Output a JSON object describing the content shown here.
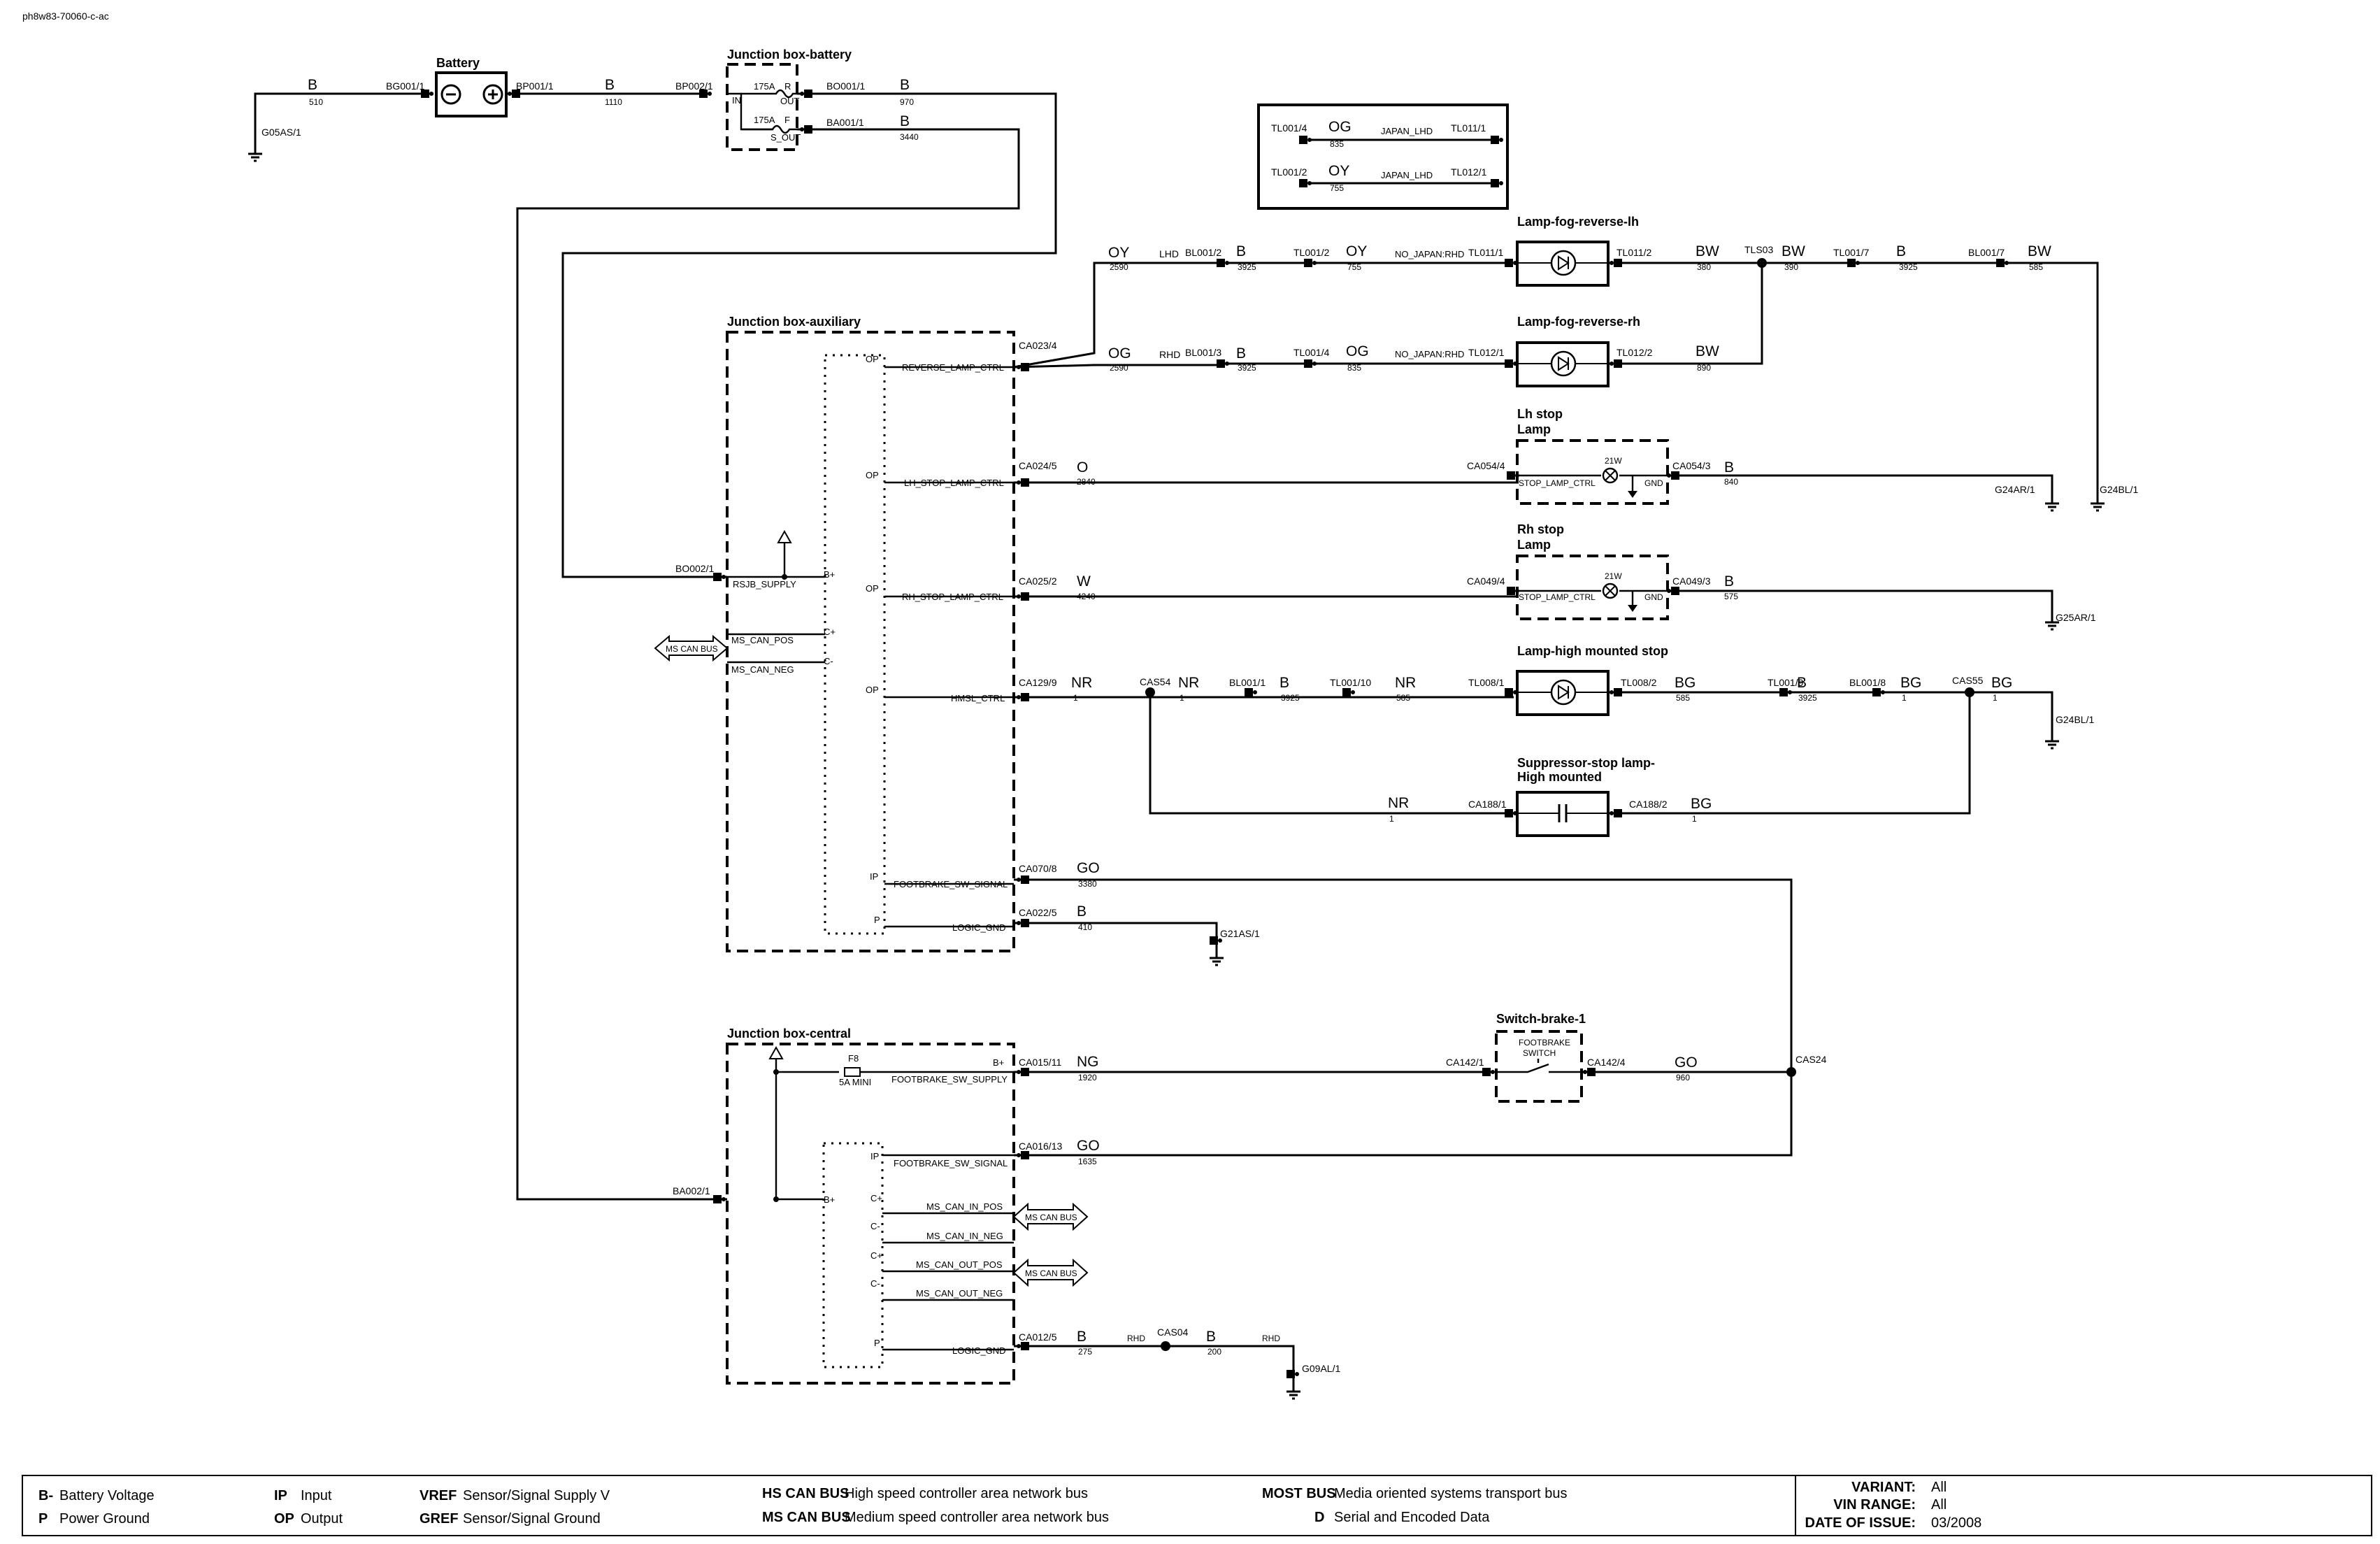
{
  "doc_id": "ph8w83-70060-c-ac",
  "components": {
    "battery": "Battery",
    "jb_battery": "Junction box-battery",
    "jb_aux": "Junction box-auxiliary",
    "jb_central": "Junction box-central",
    "fog_lh": "Lamp-fog-reverse-lh",
    "fog_rh": "Lamp-fog-reverse-rh",
    "lh_stop_1": "Lh stop",
    "lh_stop_2": "Lamp",
    "rh_stop_1": "Rh stop",
    "rh_stop_2": "Lamp",
    "hmsl": "Lamp-high mounted stop",
    "suppressor_1": "Suppressor-stop lamp-",
    "suppressor_2": "High mounted",
    "switch_brake": "Switch-brake-1"
  },
  "connectors": {
    "BG001_1": "BG001/1",
    "BP001_1": "BP001/1",
    "BP002_1": "BP002/1",
    "BO001_1": "BO001/1",
    "BA001_1": "BA001/1",
    "BO002_1": "BO002/1",
    "BA002_1": "BA002/1",
    "CA023_4": "CA023/4",
    "CA024_5": "CA024/5",
    "CA025_2": "CA025/2",
    "CA129_9": "CA129/9",
    "CA070_8": "CA070/8",
    "CA022_5": "CA022/5",
    "CA015_11": "CA015/11",
    "CA016_13": "CA016/13",
    "CA012_5": "CA012/5",
    "BL001_2": "BL001/2",
    "TL001_2": "TL001/2",
    "TL011_1": "TL011/1",
    "TL011_2": "TL011/2",
    "TLS03": "TLS03",
    "TL001_7": "TL001/7",
    "BL001_7": "BL001/7",
    "BL001_3": "BL001/3",
    "TL001_4": "TL001/4",
    "TL012_1": "TL012/1",
    "TL012_2": "TL012/2",
    "CA054_4": "CA054/4",
    "CA054_3": "CA054/3",
    "CA049_4": "CA049/4",
    "CA049_3": "CA049/3",
    "CAS54": "CAS54",
    "BL001_1": "BL001/1",
    "TL001_10": "TL001/10",
    "TL008_1": "TL008/1",
    "TL008_2": "TL008/2",
    "TL001_9": "TL001/9",
    "BL001_8": "BL001/8",
    "CAS55": "CAS55",
    "CA188_1": "CA188/1",
    "CA188_2": "CA188/2",
    "CA142_1": "CA142/1",
    "CA142_4": "CA142/4",
    "CAS24": "CAS24",
    "CAS04": "CAS04"
  },
  "grounds": {
    "G05AS_1": "G05AS/1",
    "G24AR_1": "G24AR/1",
    "G24BL_1": "G24BL/1",
    "G25AR_1": "G25AR/1",
    "G21AS_1": "G21AS/1",
    "G09AL_1": "G09AL/1"
  },
  "wires": {
    "w1": {
      "color": "B",
      "num": "510"
    },
    "w2": {
      "color": "B",
      "num": "1110"
    },
    "w3": {
      "color": "B",
      "num": "970"
    },
    "w4": {
      "color": "B",
      "num": "3440"
    },
    "w5": {
      "color": "OY",
      "num": "2590"
    },
    "w6": {
      "color": "B",
      "num": "3925"
    },
    "w7": {
      "color": "OY",
      "num": "755"
    },
    "w8": {
      "color": "BW",
      "num": "380"
    },
    "w9": {
      "color": "BW",
      "num": "390"
    },
    "w10": {
      "color": "B",
      "num": "3925"
    },
    "w11": {
      "color": "BW",
      "num": "585"
    },
    "w12": {
      "color": "OG",
      "num": "2590"
    },
    "w13": {
      "color": "B",
      "num": "3925"
    },
    "w14": {
      "color": "OG",
      "num": "835"
    },
    "w15": {
      "color": "BW",
      "num": "890"
    },
    "w16": {
      "color": "O",
      "num": "2840"
    },
    "w17": {
      "color": "B",
      "num": "840"
    },
    "w18": {
      "color": "W",
      "num": "4240"
    },
    "w19": {
      "color": "B",
      "num": "575"
    },
    "w20": {
      "color": "NR",
      "num": "1"
    },
    "w21": {
      "color": "NR",
      "num": "1"
    },
    "w22": {
      "color": "B",
      "num": "3925"
    },
    "w23": {
      "color": "NR",
      "num": "585"
    },
    "w24": {
      "color": "BG",
      "num": "585"
    },
    "w25": {
      "color": "B",
      "num": "3925"
    },
    "w26": {
      "color": "BG",
      "num": "1"
    },
    "w27": {
      "color": "BG",
      "num": "1"
    },
    "w28": {
      "color": "NR",
      "num": "1"
    },
    "w29": {
      "color": "BG",
      "num": "1"
    },
    "w30": {
      "color": "GO",
      "num": "3380"
    },
    "w31": {
      "color": "B",
      "num": "410"
    },
    "w32": {
      "color": "NG",
      "num": "1920"
    },
    "w33": {
      "color": "GO",
      "num": "960"
    },
    "w34": {
      "color": "GO",
      "num": "1635"
    },
    "w35": {
      "color": "B",
      "num": "275"
    },
    "w36": {
      "color": "B",
      "num": "200"
    }
  },
  "variant_box": {
    "row1": {
      "left_conn": "TL001/4",
      "color": "OG",
      "num": "835",
      "label": "JAPAN_LHD",
      "right_conn": "TL011/1"
    },
    "row2": {
      "left_conn": "TL001/2",
      "color": "OY",
      "num": "755",
      "label": "JAPAN_LHD",
      "right_conn": "TL012/1"
    }
  },
  "labels": {
    "lhd": "LHD",
    "rhd": "RHD",
    "rhd2": "RHD",
    "rhd3": "RHD",
    "no_japan_rhd_1": "NO_JAPAN:RHD",
    "no_japan_rhd_2": "NO_JAPAN:RHD",
    "fuse_r": "R",
    "fuse_f": "F",
    "fuse_175a_1": "175A",
    "fuse_175a_2": "175A",
    "jb_in": "IN",
    "jb_out": "OUT",
    "jb_s_out": "S_OUT",
    "watt_1": "21W",
    "watt_2": "21W",
    "stop_lamp_ctrl_1": "STOP_LAMP_CTRL",
    "stop_lamp_ctrl_2": "STOP_LAMP_CTRL",
    "gnd_1": "GND",
    "gnd_2": "GND",
    "fuse_f8": "F8",
    "fuse_5a": "5A MINI",
    "footbrake_switch_1": "FOOTBRAKE",
    "footbrake_switch_2": "SWITCH",
    "ms_can_bus_1": "MS CAN BUS",
    "ms_can_bus_2": "MS CAN BUS",
    "ms_can_bus_3": "MS CAN BUS"
  },
  "pins": {
    "aux_op1": "OP",
    "aux_op2": "OP",
    "aux_op3": "OP",
    "aux_op4": "OP",
    "aux_bplus": "B+",
    "aux_cplus": "C+",
    "aux_cminus": "C-",
    "aux_ip": "IP",
    "aux_p": "P",
    "cen_bplus_top": "B+",
    "cen_ip": "IP",
    "cen_bplus": "B+",
    "cen_cplus1": "C+",
    "cen_cminus1": "C-",
    "cen_cplus2": "C+",
    "cen_cminus2": "C-",
    "cen_p": "P"
  },
  "signals": {
    "reverse_lamp_ctrl": "REVERSE_LAMP_CTRL",
    "lh_stop_lamp_ctrl": "LH_STOP_LAMP_CTRL",
    "rh_stop_lamp_ctrl": "RH_STOP_LAMP_CTRL",
    "rsjb_supply": "RSJB_SUPPLY",
    "ms_can_pos": "MS_CAN_POS",
    "ms_can_neg": "MS_CAN_NEG",
    "hmsl_ctrl": "HMSL_CTRL",
    "footbrake_sw_signal_1": "FOOTBRAKE_SW_SIGNAL",
    "logic_gnd_1": "LOGIC_GND",
    "footbrake_sw_supply": "FOOTBRAKE_SW_SUPPLY",
    "footbrake_sw_signal_2": "FOOTBRAKE_SW_SIGNAL",
    "ms_can_in_pos": "MS_CAN_IN_POS",
    "ms_can_in_neg": "MS_CAN_IN_NEG",
    "ms_can_out_pos": "MS_CAN_OUT_POS",
    "ms_can_out_neg": "MS_CAN_OUT_NEG",
    "logic_gnd_2": "LOGIC_GND"
  },
  "legend": {
    "b_minus_key": "B-",
    "b_minus_val": "Battery Voltage",
    "p_key": "P",
    "p_val": "Power Ground",
    "ip_key": "IP",
    "ip_val": "Input",
    "op_key": "OP",
    "op_val": "Output",
    "vref_key": "VREF",
    "vref_val": "Sensor/Signal Supply V",
    "gref_key": "GREF",
    "gref_val": "Sensor/Signal Ground",
    "hscan_key": "HS CAN BUS",
    "hscan_val": "High speed controller area network bus",
    "mscan_key": "MS CAN BUS",
    "mscan_val": "Medium speed controller area network bus",
    "most_key": "MOST BUS",
    "most_val": "Media oriented systems transport bus",
    "d_key": "D",
    "d_val": "Serial and Encoded Data"
  },
  "info": {
    "variant_key": "VARIANT:",
    "variant_val": "All",
    "vin_key": "VIN RANGE:",
    "vin_val": "All",
    "date_key": "DATE OF ISSUE:",
    "date_val": "03/2008"
  }
}
